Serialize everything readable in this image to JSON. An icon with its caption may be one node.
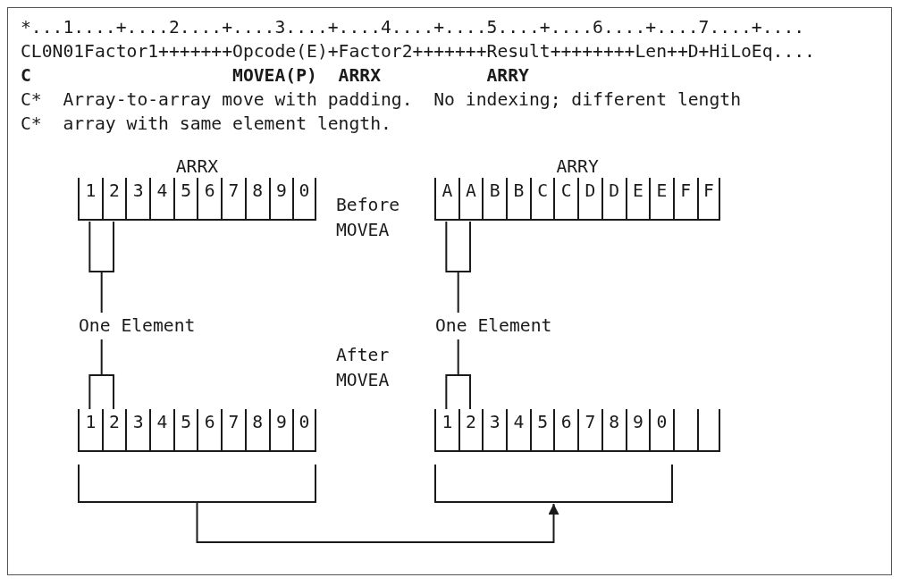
{
  "diagram": {
    "nodes": [
      {
        "text": [
          "ARRX",
          "1",
          "2",
          "3",
          "4",
          "5",
          "6",
          "7",
          "8",
          "9",
          "0"
        ]
      },
      {
        "text": [
          "ARRY",
          "A",
          "A",
          "B",
          "B",
          "C",
          "C",
          "D",
          "D",
          "E",
          "E",
          "F",
          "F"
        ]
      },
      {
        "text": [
          "One Element"
        ]
      },
      {
        "text": [
          "One Element"
        ]
      },
      {
        "text": [
          "1",
          "2",
          "3",
          "4",
          "5",
          "6",
          "7",
          "8",
          "9",
          "0"
        ]
      },
      {
        "text": [
          "1",
          "2",
          "3",
          "4",
          "5",
          "6",
          "7",
          "8",
          "9",
          "0"
        ]
      },
      {
        "text": [],
        "shape": "box",
        "in": 5
      },
      {
        "text": [],
        "shape": "box",
        "in": 5
      },
      {
        "text": [],
        "shape": "bracket"
      },
      {
        "text": [],
        "shape": "bracket"
      }
    ],
    "edges": [
      {
        "from": 2,
        "to": 0,
        "arrow": "none"
      },
      {
        "from": 2,
        "to": 4,
        "arrow": "none"
      },
      {
        "from": 3,
        "to": 1,
        "arrow": "none"
      },
      {
        "from": 3,
        "to": 5,
        "arrow": "none"
      },
      {
        "from": 8,
        "to": 9,
        "arrow": "to"
      }
    ],
    "labels": [
      "*...1....+....2....+....3....+....4....+....5....+....6....+....7....+....",
      "CL0N01Factor1+++++++Opcode(E)+Factor2+++++++Result++++++++Len++D+HiLoEq....",
      "C",
      "MOVEA(P)",
      "ARRX",
      "ARRY",
      "C*  Array-to-array move with padding.  No indexing; different length",
      "C*  array with same element length.",
      "Before MOVEA",
      "After MOVEA"
    ]
  }
}
